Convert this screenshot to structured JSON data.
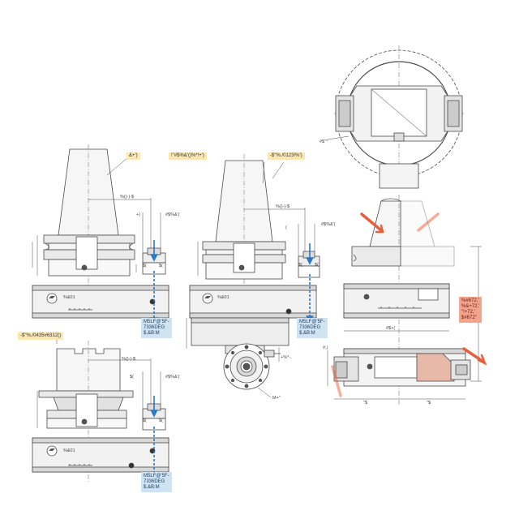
{
  "colors": {
    "line": "#4a4a4a",
    "hatch": "#777777",
    "body_fill": "#f4f4f4",
    "dark_fill": "#d8d8d8",
    "yellow_tag": "#fbe7b2",
    "blue_tag": "#cfe3f3",
    "red_tag": "#f4a48c",
    "arrow_blue": "#2a78c8",
    "arrow_orange": "#e8603a",
    "center_line": "#9a9a9a"
  },
  "labels": {
    "tag_top_left": "&+')",
    "tag_top_mid": "!\"#$%&'()%*!+')",
    "tag_top_right": "-$\"%./0123!%')",
    "tag_bottom_left": "-$\"%./0435#6312()",
    "dim_tl_width": "%()-)-$",
    "dim_tl_plus": "+)",
    "dim_tl_offset": "#$%&'(",
    "dim_tl_s1": "$(",
    "dim_tl_s2": "$(",
    "brand_tl": "%&01",
    "dim_tm_width": "%()-)-$",
    "dim_tm_paren": "(",
    "dim_tm_offset": "#$%&'(",
    "dim_tm_s1": "$(",
    "dim_tm_s2": "$(",
    "brand_tm": "%&01",
    "dim_tm_side": "+%*-,",
    "dim_tm_bottom": "M+\"",
    "dim_bl_width": "%()-)-$",
    "dim_bl_s": "$(",
    "dim_bl_offset": "#$%&'(",
    "dim_bl_s1": "$(",
    "dim_bl_s2": "$(",
    "brand_bl": "%&01",
    "blue_tag_tl": "M5LF@'5F-\n7336DEG\n$,&B:M",
    "blue_tag_tm": "M5LF@'5F-\n7336DEG\n$,&B:M",
    "blue_tag_bl": "M5LF@'5F-\n7336DEG\n$,&B:M",
    "dim_r_circle": "#$\"*",
    "dim_r_width": "#$+(",
    "dim_r_hash": "#,)",
    "dim_r_s1": "\"$",
    "dim_r_s2": "\"$",
    "red_tag_r": "%#672,'\n%&+72,'\n\"!+72,'\n$#672\""
  }
}
